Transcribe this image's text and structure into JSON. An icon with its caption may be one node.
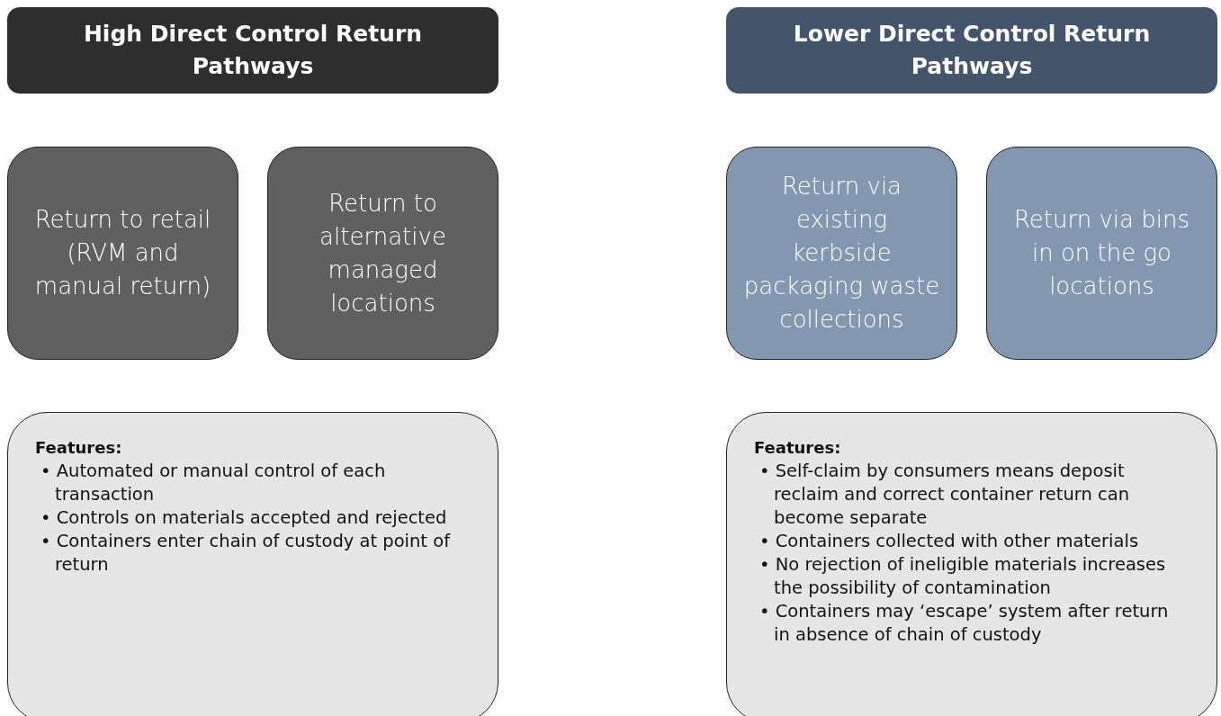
{
  "diagram": {
    "nodes": [
      {
        "text": [
          "High Direct Control Return Pathways"
        ]
      },
      {
        "text": [
          "Return to retail (RVM and manual return)"
        ]
      },
      {
        "text": [
          "Return to alternative managed locations"
        ]
      },
      {
        "text": [
          "Features:",
          "• Automated or manual control of each transaction",
          "• Controls on materials accepted and rejected",
          "• Containers enter chain of custody at point of return"
        ]
      },
      {
        "text": [
          "Lower Direct Control Return Pathways"
        ]
      },
      {
        "text": [
          "Return via existing kerbside packaging waste collections"
        ]
      },
      {
        "text": [
          "Return via bins in on the go locations"
        ]
      },
      {
        "text": [
          "Features:",
          "• Self-claim by consumers means deposit reclaim and correct container return can become separate",
          "• Containers collected with other materials",
          "• No rejection of ineligible materials increases the possibility of contamination",
          "• Containers may ‘escape’ system after return in absence of chain of custody"
        ]
      }
    ],
    "edges": []
  }
}
